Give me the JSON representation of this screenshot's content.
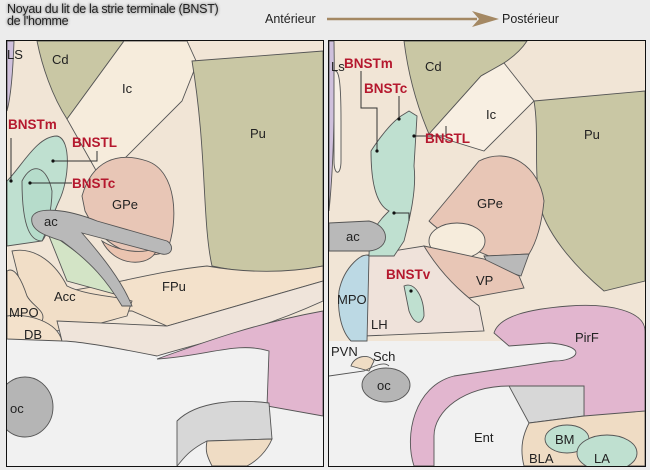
{
  "header": {
    "title_line1": "Noyau du lit de la strie terminale (BNST)",
    "title_line2": "de l'homme",
    "anterior": "Antérieur",
    "posterior": "Postérieur"
  },
  "colors": {
    "label_red": "#b5182e",
    "arrow": "#a48863",
    "bnst_green": "#bfe0d0",
    "striatum_olive": "#c9c7a4",
    "gpe_pink": "#e8c6b6"
  },
  "left_panel": {
    "labels": {
      "ls": "LS",
      "cd": "Cd",
      "ic": "Ic",
      "pu": "Pu",
      "gpe": "GPe",
      "ac": "ac",
      "acc": "Acc",
      "fpu": "FPu",
      "mpo": "MPO",
      "db": "DB",
      "oc": "oc"
    },
    "bnst_labels": {
      "m": "BNSTm",
      "l": "BNSTL",
      "c": "BNSTc"
    }
  },
  "right_panel": {
    "labels": {
      "ls": "Ls",
      "cd": "Cd",
      "ic": "Ic",
      "pu": "Pu",
      "gpe": "GPe",
      "ac": "ac",
      "vp": "VP",
      "mpo": "MPO",
      "lh": "LH",
      "pvn": "PVN",
      "sch": "Sch",
      "oc": "oc",
      "pirf": "PirF",
      "ent": "Ent",
      "bm": "BM",
      "bla": "BLA",
      "la": "LA"
    },
    "bnst_labels": {
      "m": "BNSTm",
      "c": "BNSTc",
      "l": "BNSTL",
      "v": "BNSTv"
    }
  }
}
